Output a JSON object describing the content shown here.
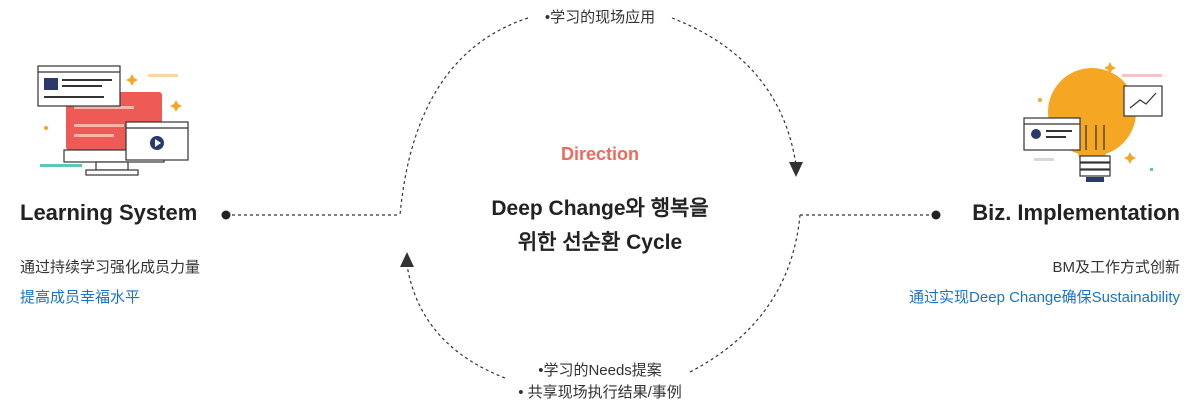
{
  "cycle": {
    "top_label": "•学习的现场应用",
    "bottom_label_1": "•学习的Needs提案",
    "bottom_label_2": "• 共享现场执行结果/事例",
    "direction_label": "Direction",
    "center_title_1": "Deep Change와 행복을",
    "center_title_2": "위한 선순환 Cycle"
  },
  "left": {
    "icon": "computer-screens-illustration",
    "title": "Learning System",
    "subtitle_1": "通过持续学习强化成员力量",
    "subtitle_2": "提高成员幸福水平"
  },
  "right": {
    "icon": "lightbulb-illustration",
    "title": "Biz. Implementation",
    "subtitle_1": "BM及工作方式创新",
    "subtitle_2": "通过实现Deep Change确保Sustainability"
  },
  "colors": {
    "accent_red": "#ee6a5a",
    "link_blue": "#1a73c8",
    "bulb_orange": "#f5a623",
    "line_gray": "#333333",
    "teal": "#5ec6b8"
  }
}
